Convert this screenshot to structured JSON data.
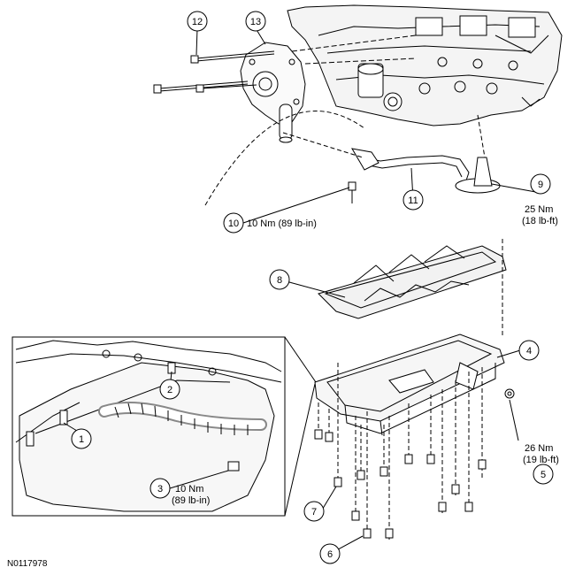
{
  "figure": {
    "id_label": "N0117978"
  },
  "callouts": [
    {
      "key": "c1",
      "number": "1"
    },
    {
      "key": "c2",
      "number": "2"
    },
    {
      "key": "c3",
      "number": "3"
    },
    {
      "key": "c4",
      "number": "4"
    },
    {
      "key": "c5",
      "number": "5"
    },
    {
      "key": "c6",
      "number": "6"
    },
    {
      "key": "c7",
      "number": "7"
    },
    {
      "key": "c8",
      "number": "8"
    },
    {
      "key": "c9",
      "number": "9"
    },
    {
      "key": "c10",
      "number": "10"
    },
    {
      "key": "c11",
      "number": "11"
    },
    {
      "key": "c12",
      "number": "12"
    },
    {
      "key": "c13",
      "number": "13"
    }
  ],
  "torque_specs": {
    "spec3": {
      "line1": "10 Nm",
      "line2": "(89 lb-in)"
    },
    "spec5": {
      "line1": "26 Nm",
      "line2": "(19 lb-ft)"
    },
    "spec9": {
      "line1": "25 Nm",
      "line2": "(18 lb-ft)"
    },
    "spec10": {
      "line1": "10 Nm (89 lb-in)"
    }
  }
}
